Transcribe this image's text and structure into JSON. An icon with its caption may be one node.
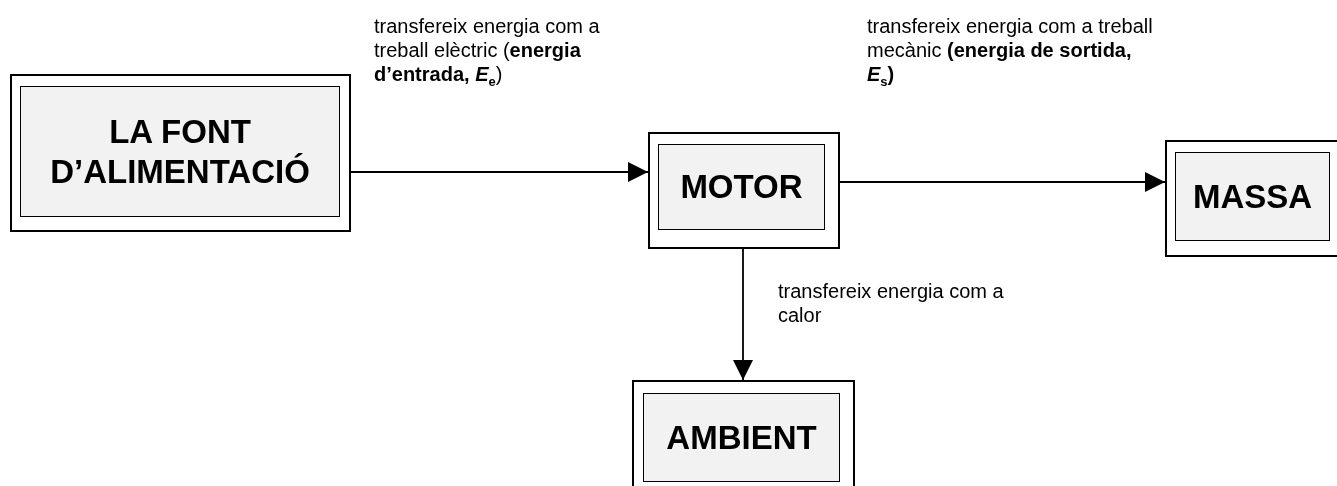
{
  "diagram": {
    "nodes": [
      {
        "text": [
          "LA FONT D’ALIMENTACIÓ"
        ]
      },
      {
        "text": [
          "MOTOR"
        ]
      },
      {
        "text": [
          "MASSA"
        ]
      },
      {
        "text": [
          "AMBIENT"
        ]
      }
    ],
    "edges": [
      {
        "from": 0,
        "to": 1,
        "arrow": "to",
        "label": "transfereix energia com a treball elèctric (**energia d’entrada, *E*$_{e}$**)"
      },
      {
        "from": 1,
        "to": 2,
        "arrow": "to",
        "label": "transfereix energia com a treball mecànic **(energia de sortida, *E*$_{s}$)**"
      },
      {
        "from": 1,
        "to": 3,
        "arrow": "to",
        "label": "transfereix energia com a calor"
      }
    ]
  }
}
